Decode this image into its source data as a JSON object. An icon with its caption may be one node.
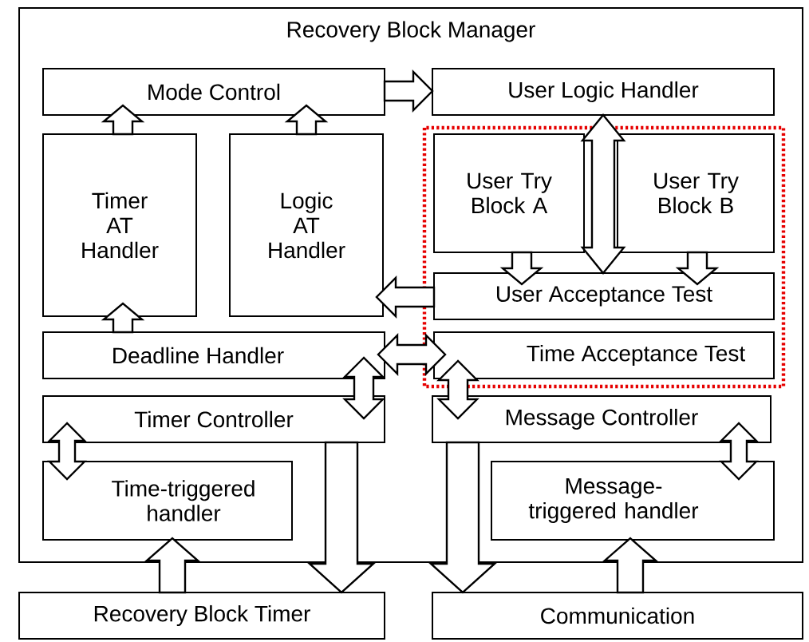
{
  "diagram": {
    "nodes": [
      {
        "text": [
          "Recovery Block Manager"
        ]
      },
      {
        "text": [
          "Mode Control"
        ],
        "in": 0
      },
      {
        "text": [
          "User Logic Handler"
        ],
        "in": 0
      },
      {
        "text": [
          "Timer AT Handler"
        ],
        "in": 0
      },
      {
        "text": [
          "Logic AT Handler"
        ],
        "in": 0
      },
      {
        "text": [
          "User Try Block A"
        ],
        "in": 0
      },
      {
        "text": [
          "User Try Block B"
        ],
        "in": 0
      },
      {
        "text": [
          "User Acceptance Test"
        ],
        "in": 0
      },
      {
        "text": [
          "Deadline Handler"
        ],
        "in": 0
      },
      {
        "text": [
          "Time Acceptance Test"
        ],
        "in": 0
      },
      {
        "text": [
          "Timer Controller"
        ],
        "in": 0
      },
      {
        "text": [
          "Message Controller"
        ],
        "in": 0
      },
      {
        "text": [
          "Time-triggered handler"
        ],
        "in": 0
      },
      {
        "text": [
          "Message-triggered handler"
        ],
        "in": 0
      },
      {
        "text": [
          "Recovery Block Timer"
        ]
      },
      {
        "text": [
          "Communication"
        ]
      }
    ],
    "edges": [
      {
        "from": 1,
        "to": 2,
        "arrow": "to"
      },
      {
        "from": 3,
        "to": 1,
        "arrow": "to"
      },
      {
        "from": 4,
        "to": 1,
        "arrow": "to"
      },
      {
        "from": 8,
        "to": 3,
        "arrow": "to"
      },
      {
        "from": 2,
        "to": 7,
        "arrow": "both"
      },
      {
        "from": 5,
        "to": 7,
        "arrow": "to"
      },
      {
        "from": 6,
        "to": 7,
        "arrow": "to"
      },
      {
        "from": 7,
        "to": 4,
        "arrow": "to"
      },
      {
        "from": 8,
        "to": 9,
        "arrow": "both"
      },
      {
        "from": 8,
        "to": 10,
        "arrow": "both"
      },
      {
        "from": 9,
        "to": 11,
        "arrow": "both"
      },
      {
        "from": 10,
        "to": 12,
        "arrow": "both"
      },
      {
        "from": 11,
        "to": 13,
        "arrow": "both"
      },
      {
        "from": 10,
        "to": 14,
        "arrow": "to"
      },
      {
        "from": 11,
        "to": 15,
        "arrow": "to"
      },
      {
        "from": 14,
        "to": 12,
        "arrow": "to"
      },
      {
        "from": 15,
        "to": 13,
        "arrow": "to"
      }
    ]
  }
}
